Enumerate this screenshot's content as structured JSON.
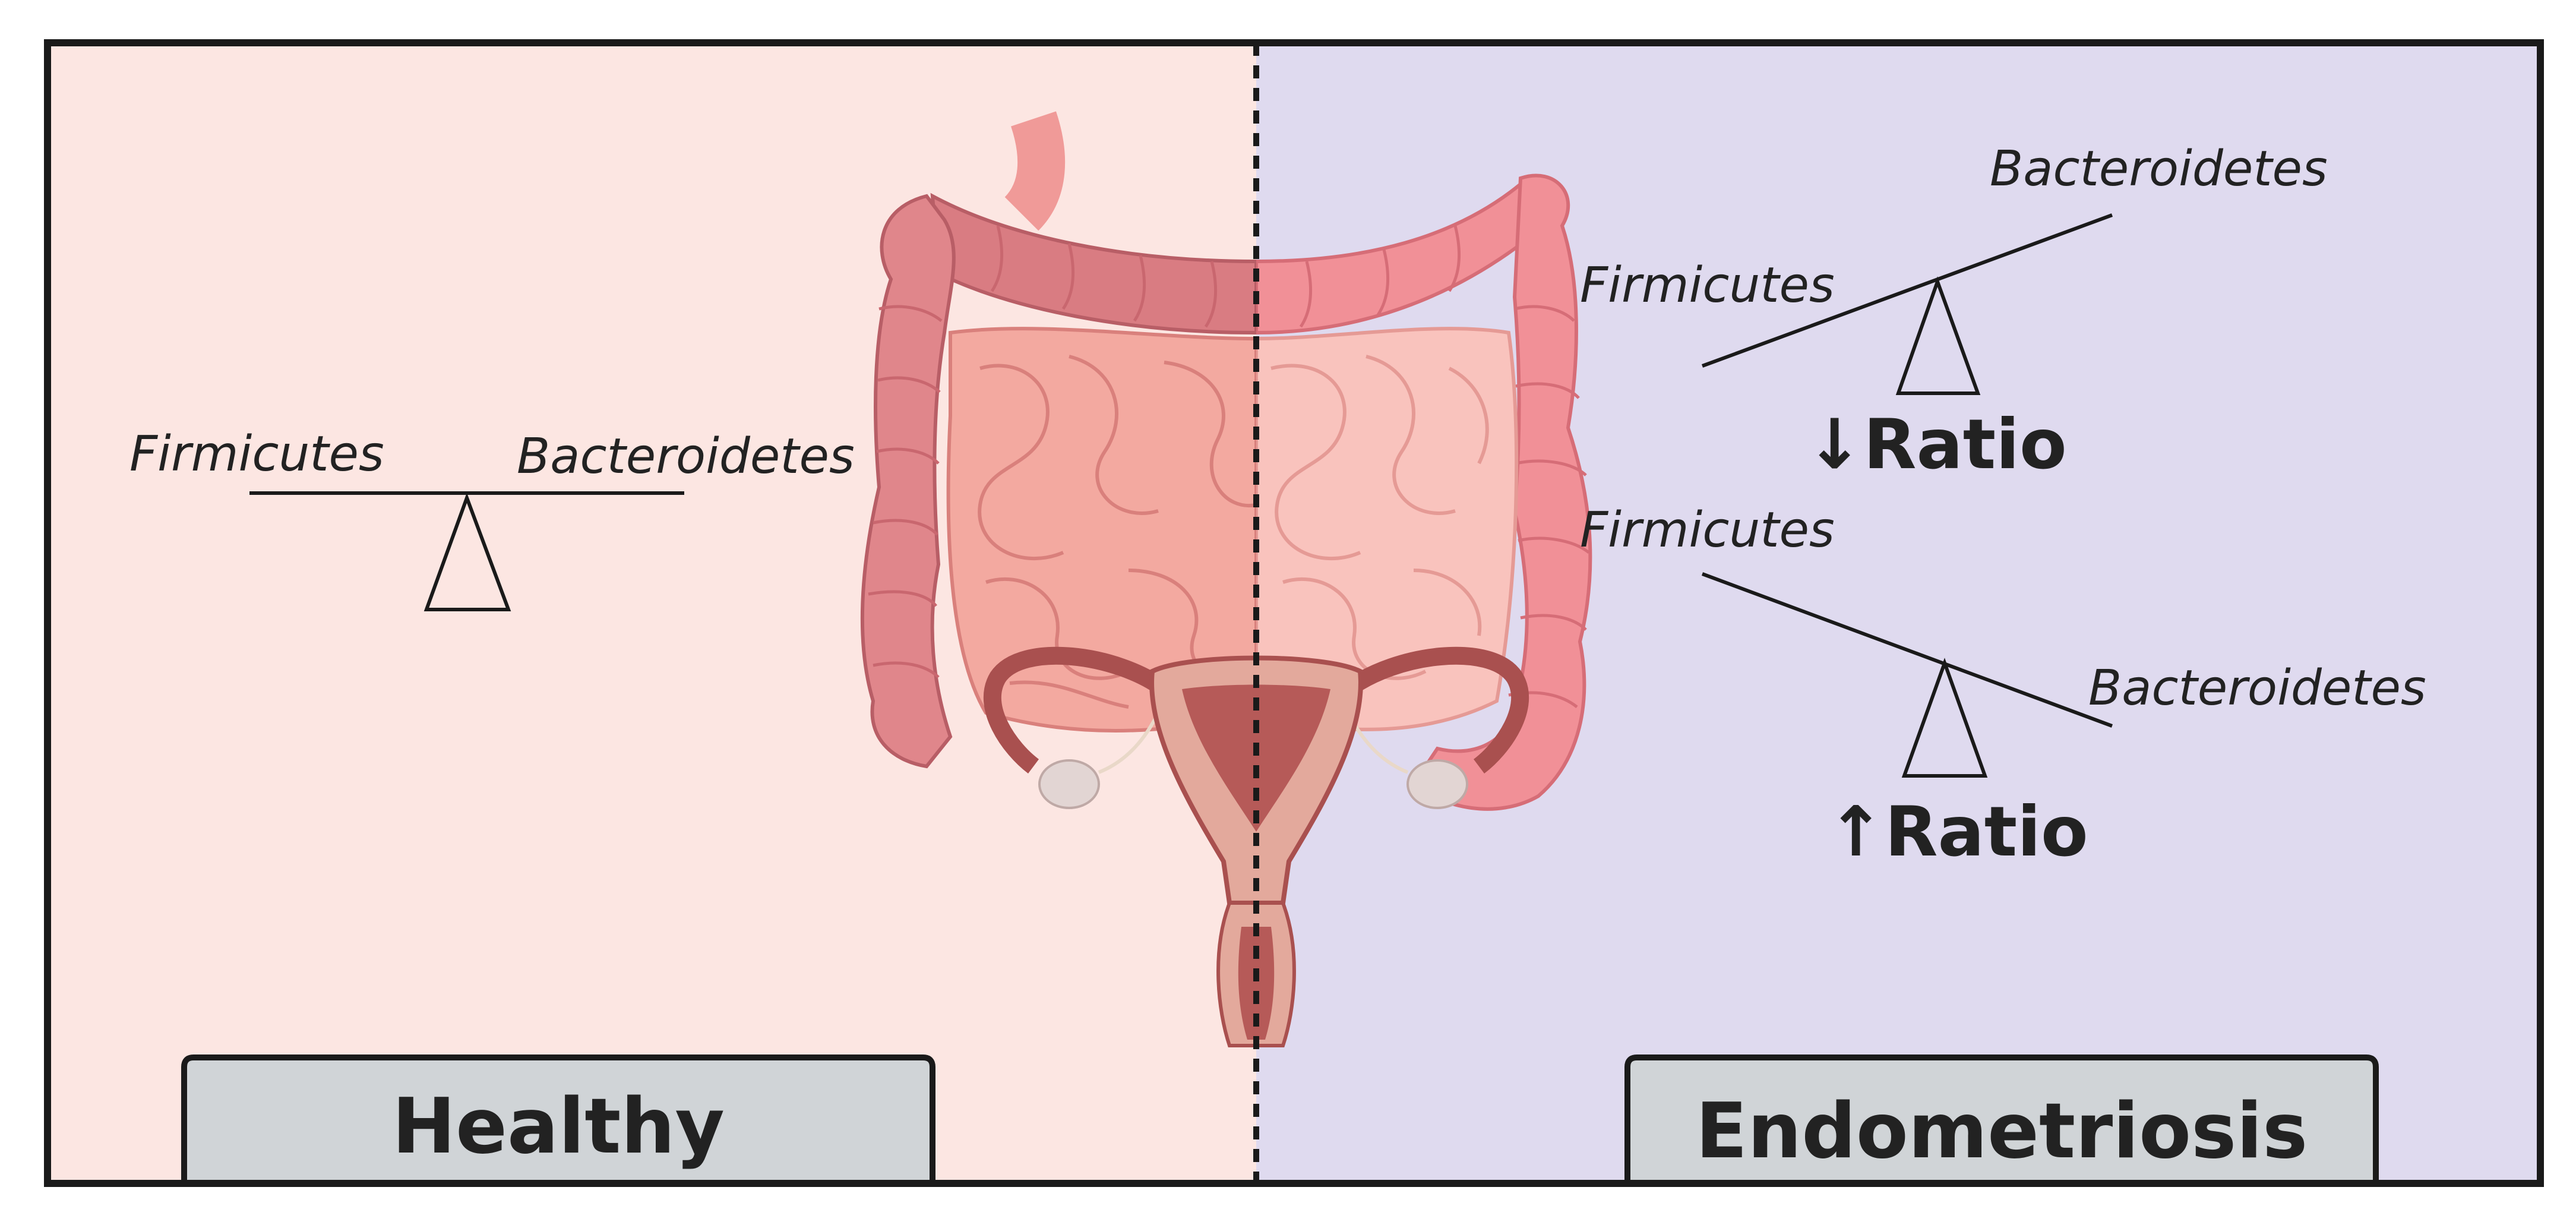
{
  "panels": {
    "healthy": {
      "label": "Healthy",
      "background": "#fce6e2",
      "seesaw": {
        "left_label": "Firmicutes",
        "right_label": "Bacteroidetes"
      }
    },
    "endometriosis": {
      "label": "Endometriosis",
      "background": "#dfdaef",
      "seesaw_top": {
        "left_label": "Firmicutes",
        "right_label": "Bacteroidetes",
        "ratio_arrow": "↓",
        "ratio_label": "Ratio"
      },
      "seesaw_bottom": {
        "left_label": "Firmicutes",
        "right_label": "Bacteroidetes",
        "ratio_arrow": "↑",
        "ratio_label": "Ratio"
      }
    }
  },
  "colors": {
    "label_box": "#d0d4d7",
    "frame": "#1a1a1a",
    "colon": "#e0868b",
    "colon_dark": "#c9676f",
    "small_intestine": "#f3a9a0",
    "uterus": "#b65a58"
  },
  "icons": [
    "colon-illustration",
    "small-intestine-illustration",
    "uterus-illustration",
    "seesaw-fulcrum-icon"
  ]
}
